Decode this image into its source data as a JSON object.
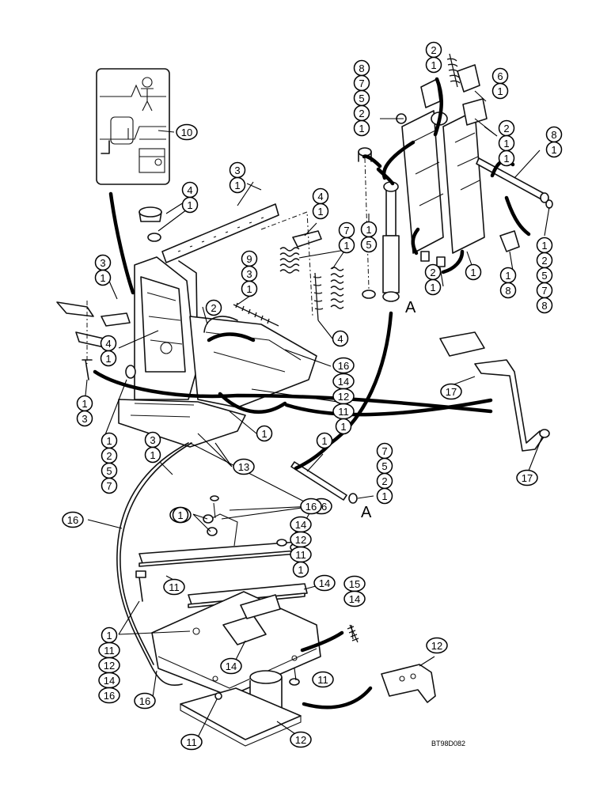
{
  "diagram": {
    "code": "BT98D082",
    "view_letter_top": "A",
    "view_letter_bottom": "A"
  },
  "callouts": [
    {
      "id": "c-pin-top-right",
      "items": [
        "2",
        "1"
      ]
    },
    {
      "id": "c-top-right-6",
      "items": [
        "6",
        "1"
      ]
    },
    {
      "id": "c-top-right-col",
      "items": [
        "8",
        "7",
        "5",
        "2",
        "1"
      ]
    },
    {
      "id": "c-top-right-21",
      "items": [
        "2",
        "1",
        "1"
      ]
    },
    {
      "id": "c-top-right-81",
      "items": [
        "8",
        "1"
      ]
    },
    {
      "id": "c-right-col",
      "items": [
        "1",
        "2",
        "5",
        "7",
        "8"
      ]
    },
    {
      "id": "c-right-18",
      "items": [
        "1",
        "8"
      ]
    },
    {
      "id": "c-shock-15",
      "items": [
        "1",
        "5"
      ]
    },
    {
      "id": "c-shock-21",
      "items": [
        "2",
        "1"
      ]
    },
    {
      "id": "c-shock-1",
      "items": [
        "1"
      ]
    },
    {
      "id": "c-decal",
      "items": [
        "10"
      ]
    },
    {
      "id": "c-rail-31",
      "items": [
        "3",
        "1"
      ]
    },
    {
      "id": "c-knob-41",
      "items": [
        "4",
        "1"
      ]
    },
    {
      "id": "c-lever-41",
      "items": [
        "4",
        "1"
      ]
    },
    {
      "id": "c-spring-71",
      "items": [
        "7",
        "1"
      ]
    },
    {
      "id": "c-spring-931",
      "items": [
        "9",
        "3",
        "1"
      ]
    },
    {
      "id": "c-spring-4",
      "items": [
        "4"
      ]
    },
    {
      "id": "c-bolt-31",
      "items": [
        "3",
        "1"
      ]
    },
    {
      "id": "c-bushing-2",
      "items": [
        "2"
      ]
    },
    {
      "id": "c-pivot-41",
      "items": [
        "4",
        "1"
      ]
    },
    {
      "id": "c-left-13",
      "items": [
        "1",
        "3"
      ]
    },
    {
      "id": "c-cable-16",
      "items": [
        "16"
      ]
    },
    {
      "id": "c-mid-stack",
      "items": [
        "14",
        "12",
        "11",
        "1"
      ]
    },
    {
      "id": "c-left-1257",
      "items": [
        "1",
        "2",
        "5",
        "7"
      ]
    },
    {
      "id": "c-mid-1",
      "items": [
        "1"
      ]
    },
    {
      "id": "c-handle-17a",
      "items": [
        "17"
      ]
    },
    {
      "id": "c-handle-17b",
      "items": [
        "17"
      ]
    },
    {
      "id": "c-bolt-31b",
      "items": [
        "3",
        "1"
      ]
    },
    {
      "id": "c-13-mid",
      "items": [
        "13"
      ]
    },
    {
      "id": "c-rod-1",
      "items": [
        "1"
      ]
    },
    {
      "id": "c-rod-7521",
      "items": [
        "7",
        "5",
        "2",
        "1"
      ]
    },
    {
      "id": "c-16-lower",
      "items": [
        "16"
      ]
    },
    {
      "id": "c-13-lower",
      "items": [
        "13",
        "1"
      ]
    },
    {
      "id": "c-16-lower-left",
      "items": [
        "16"
      ]
    },
    {
      "id": "c-16-right",
      "items": [
        "16"
      ]
    },
    {
      "id": "c-rail-stack",
      "items": [
        "14",
        "12",
        "11",
        "1"
      ]
    },
    {
      "id": "c-rail-11",
      "items": [
        "11"
      ]
    },
    {
      "id": "c-14-base",
      "items": [
        "14"
      ]
    },
    {
      "id": "c-spring-1514",
      "items": [
        "15",
        "14"
      ]
    },
    {
      "id": "c-left-stack",
      "items": [
        "1",
        "11",
        "12",
        "14",
        "16"
      ]
    },
    {
      "id": "c-14-lower",
      "items": [
        "14"
      ]
    },
    {
      "id": "c-11-right",
      "items": [
        "11"
      ]
    },
    {
      "id": "c-16-bottom",
      "items": [
        "16"
      ]
    },
    {
      "id": "c-12-bracket",
      "items": [
        "12"
      ]
    },
    {
      "id": "c-11-bottom",
      "items": [
        "11"
      ]
    },
    {
      "id": "c-12-bottom",
      "items": [
        "12"
      ]
    }
  ]
}
